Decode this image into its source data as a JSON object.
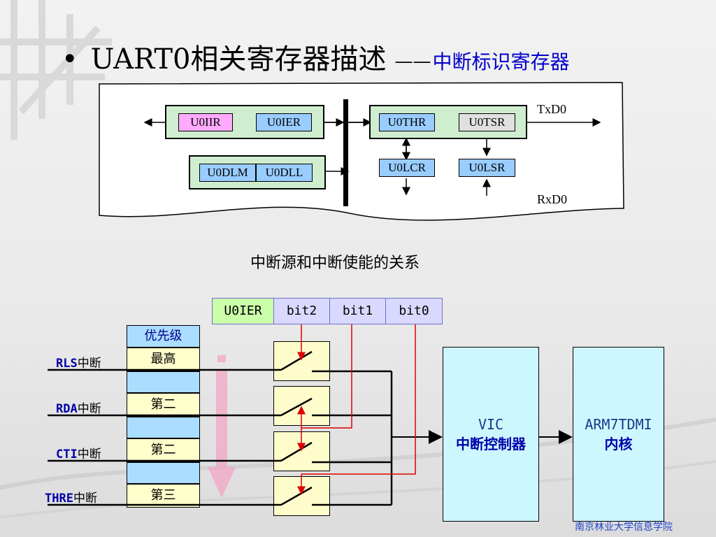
{
  "title": {
    "bullet": "•",
    "main": "UART0相关寄存器描述",
    "dash": "——",
    "sub": "中断标识寄存器"
  },
  "uart_diagram": {
    "registers": {
      "iir": "U0IIR",
      "ier": "U0IER",
      "dlm": "U0DLM",
      "dll": "U0DLL",
      "thr": "U0THR",
      "tsr": "U0TSR",
      "lcr": "U0LCR",
      "lsr": "U0LSR"
    },
    "txd": "TxD0",
    "rxd": "RxD0"
  },
  "caption": "中断源和中断使能的关系",
  "ier_header": [
    "U0IER",
    "bit2",
    "bit1",
    "bit0"
  ],
  "priority": {
    "header": "优先级",
    "levels": [
      "最高",
      "第二",
      "第二",
      "第三"
    ]
  },
  "sources": [
    {
      "name": "RLS",
      "suffix": "中断"
    },
    {
      "name": "RDA",
      "suffix": "中断"
    },
    {
      "name": "CTI",
      "suffix": "中断"
    },
    {
      "name": "THRE",
      "suffix": "中断"
    }
  ],
  "vic": {
    "line1": "VIC",
    "line2": "中断控制器"
  },
  "core": {
    "line1": "ARM7TDMI",
    "line2": "内核"
  },
  "footer": "南京林业大学信息学院",
  "colors": {
    "iir_fill": "#ffaaff",
    "ier_fill": "#99ccff",
    "green_group": "#cfeecf",
    "tsr_fill": "#e0e0e0",
    "ier_header": "#ccffaa",
    "bit_cells": "#d9d9ff",
    "priority_header": "#aaddff",
    "priority_cell": "#ffffcc",
    "switch_fill": "#fffccc",
    "controller_fill": "#ccf7ff",
    "enable_line": "#dd0000",
    "priority_arrow": "#f2a6c6"
  }
}
